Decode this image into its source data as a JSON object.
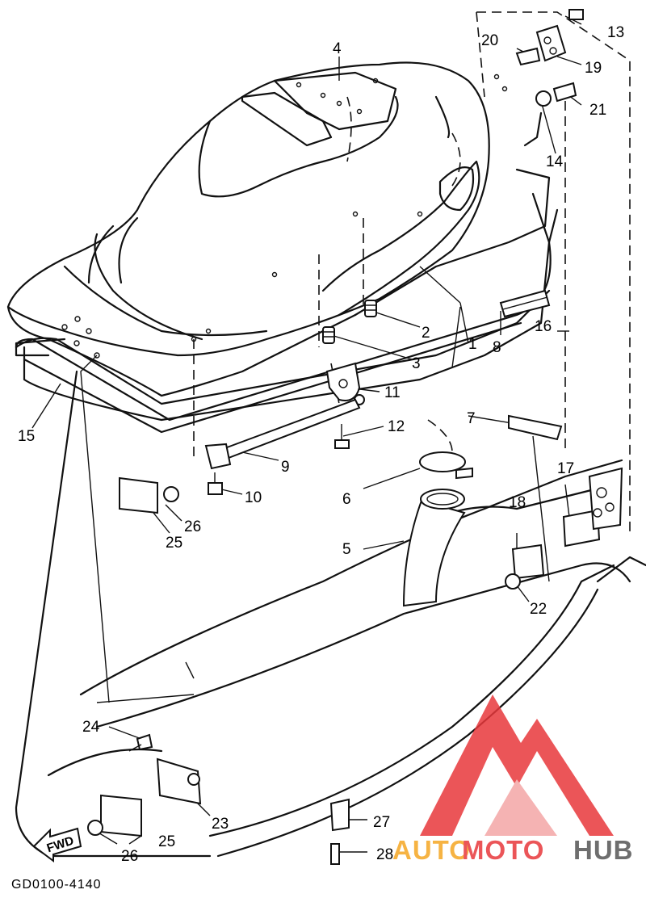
{
  "diagram": {
    "drawing_code": "GD0100-4140",
    "direction_label": "FWD",
    "callouts": [
      "1",
      "2",
      "3",
      "4",
      "5",
      "6",
      "7",
      "8",
      "9",
      "10",
      "11",
      "12",
      "13",
      "14",
      "15",
      "16",
      "17",
      "18",
      "19",
      "20",
      "21",
      "22",
      "23",
      "24",
      "25",
      "26",
      "25",
      "26",
      "27",
      "28"
    ]
  },
  "watermark": {
    "brand_part1": "AUTO",
    "brand_part2": "MOTO",
    "brand_part3": "HUB",
    "colors": {
      "logo_red": "#e8383c",
      "logo_orange": "#f5a623",
      "logo_gray": "#555555"
    }
  }
}
